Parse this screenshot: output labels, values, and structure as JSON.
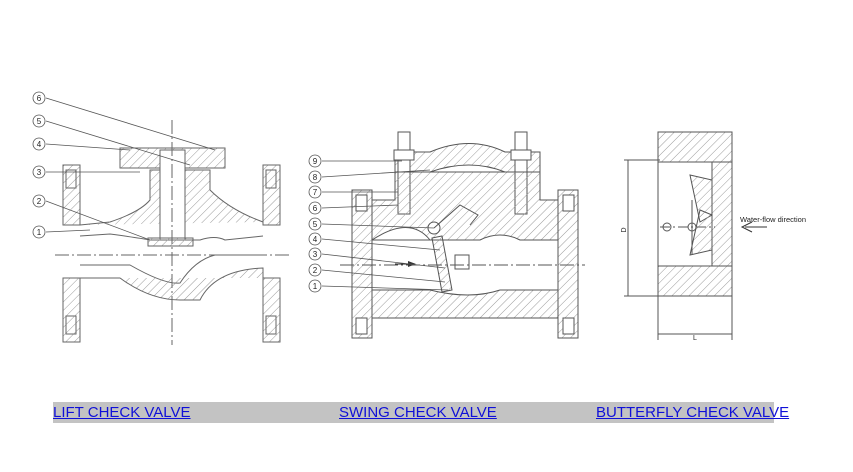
{
  "lift_valve": {
    "callouts": [
      "6",
      "5",
      "4",
      "3",
      "2",
      "1"
    ]
  },
  "swing_valve": {
    "callouts": [
      "9",
      "8",
      "7",
      "6",
      "5",
      "4",
      "3",
      "2",
      "1"
    ]
  },
  "butterfly_valve": {
    "flow_label": "Water-flow direction",
    "dim_height": "D",
    "dim_length": "L"
  },
  "captions": {
    "lift": "LIFT CHECK VALVE",
    "swing": "SWING CHECK VALVE",
    "butterfly": "BUTTERFLY CHECK VALVE"
  },
  "colors": {
    "caption_text": "#1010d8",
    "caption_bar": "#c3c3c3",
    "line": "#555555"
  }
}
